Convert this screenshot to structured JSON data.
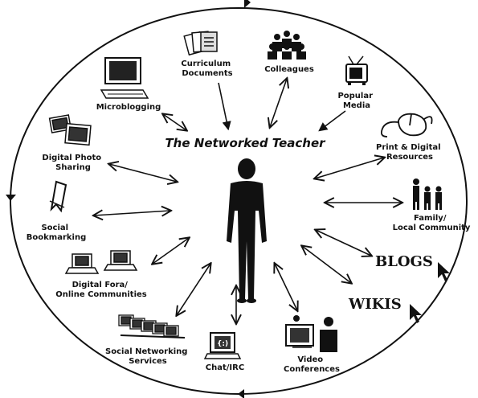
{
  "diagram": {
    "title": "The Networked Teacher",
    "nodes": {
      "curriculum": [
        "Curriculum",
        "Documents"
      ],
      "colleagues": [
        "Colleagues"
      ],
      "popular_media": [
        "Popular",
        "Media"
      ],
      "microblogging": [
        "Microblogging"
      ],
      "print_digital": [
        "Print & Digital",
        "Resources"
      ],
      "digital_photo": [
        "Digital Photo",
        "Sharing"
      ],
      "family": [
        "Family/",
        "Local Community"
      ],
      "social_bookmarking": [
        "Social",
        "Bookmarking"
      ],
      "blogs": [
        "BLOGS"
      ],
      "digital_fora": [
        "Digital Fora/",
        "Online Communities"
      ],
      "wikis": [
        "WIKIS"
      ],
      "social_networking": [
        "Social Networking",
        "Services"
      ],
      "chat": [
        "Chat/IRC"
      ],
      "video": [
        "Video",
        "Conferences"
      ]
    }
  }
}
